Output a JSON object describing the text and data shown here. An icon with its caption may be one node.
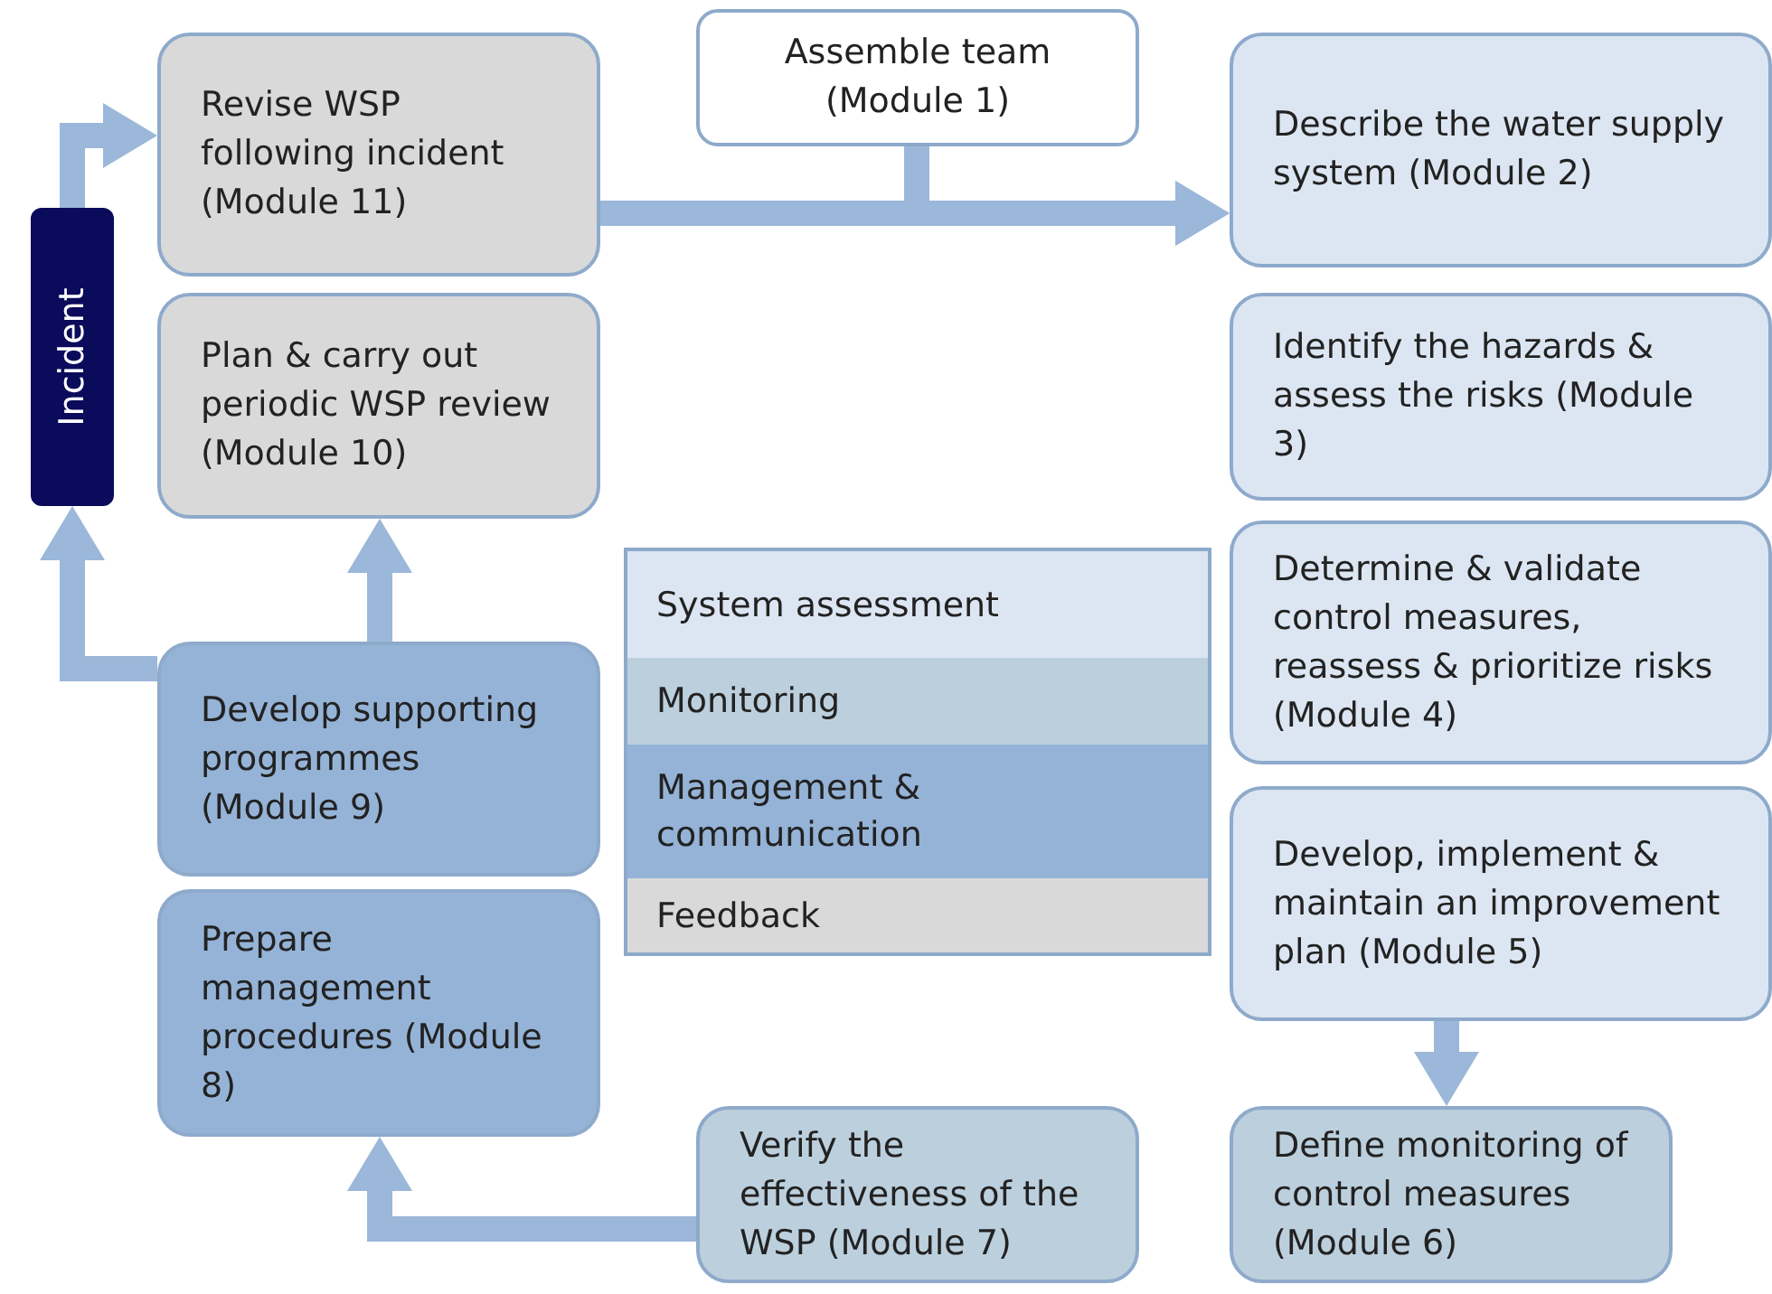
{
  "diagram": {
    "nodes": [
      {
        "text": [
          "Revise WSP following incident (Module 11)"
        ]
      },
      {
        "text": [
          "Assemble team (Module 1)"
        ]
      },
      {
        "text": [
          "Describe the water supply system (Module 2)"
        ]
      },
      {
        "text": [
          "Incident"
        ]
      },
      {
        "text": [
          "Plan & carry out periodic WSP review (Module 10)"
        ]
      },
      {
        "text": [
          "Identify the hazards & assess the risks (Module 3)"
        ]
      },
      {
        "text": [
          "Determine & validate control measures, reassess & prioritize risks (Module 4)"
        ]
      },
      {
        "text": [
          "Develop supporting programmes (Module 9)"
        ]
      },
      {
        "text": [
          "Develop, implement & maintain an improvement plan (Module 5)"
        ]
      },
      {
        "text": [
          "Prepare management procedures (Module 8)"
        ]
      },
      {
        "text": [
          "Verify the effectiveness of the WSP (Module 7)"
        ]
      },
      {
        "text": [
          "Define monitoring of control measures (Module 6)"
        ]
      }
    ],
    "edges": [
      {
        "from": 0,
        "to": 2,
        "arrow": "to"
      },
      {
        "from": 1,
        "to": 2,
        "arrow": "to"
      },
      {
        "from": 3,
        "to": 0,
        "arrow": "to"
      },
      {
        "from": 7,
        "to": 3,
        "arrow": "to"
      },
      {
        "from": 7,
        "to": 4,
        "arrow": "to"
      },
      {
        "from": 8,
        "to": 11,
        "arrow": "to"
      },
      {
        "from": 10,
        "to": 9,
        "arrow": "to"
      }
    ],
    "legend": [
      {
        "text": "System assessment",
        "color": "#dce6f2"
      },
      {
        "text": "Monitoring",
        "color": "#bccfdc"
      },
      {
        "text": "Management & communication",
        "color": "#95b3d7"
      },
      {
        "text": "Feedback",
        "color": "#d9d9d9"
      }
    ]
  }
}
